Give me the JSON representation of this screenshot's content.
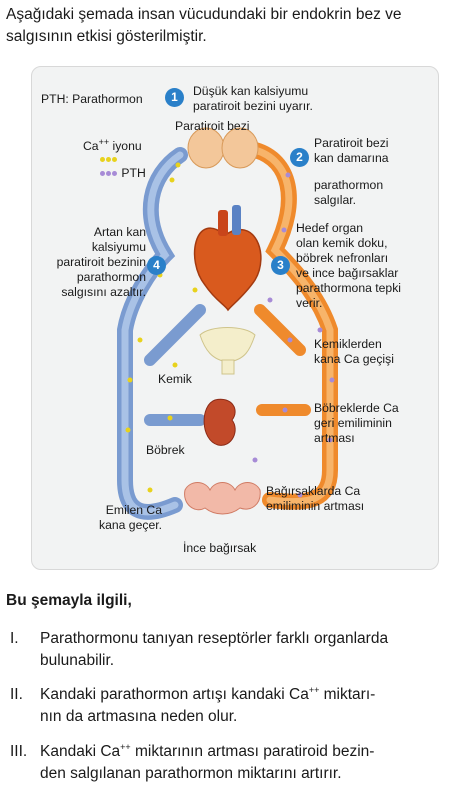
{
  "intro_text": "Aşağıdaki şemada insan vücudundaki bir endokrin bez ve salgısının etkisi gösterilmiştir.",
  "diagram": {
    "pth_legend": "PTH: Parathormon",
    "ca_legend_label": "Ca",
    "ca_legend_sup": "++",
    "ca_legend_suffix": " iyonu",
    "pth_dot_label": "PTH",
    "gland_label": "Paratiroit bezi",
    "kemik_label": "Kemik",
    "bobrek_label": "Böbrek",
    "ince_bagirsak_label": "İnce bağırsak",
    "steps": [
      {
        "num": "1",
        "text": [
          "Düşük kan kalsiyumu",
          "paratiroit bezini uyarır."
        ]
      },
      {
        "num": "2",
        "text": [
          "Paratiroit bezi",
          "kan damarına",
          "",
          "parathormon",
          "salgılar."
        ]
      },
      {
        "num": "3",
        "text": [
          "Hedef organ",
          "olan kemik doku,",
          "böbrek nefronları",
          "ve ince bağırsaklar",
          "parathormona tepki",
          "verir."
        ]
      },
      {
        "num": "4",
        "text": [
          "Artan kan",
          "kalsiyumu",
          "paratiroit bezinin",
          "parathormon",
          "salgısını azaltır."
        ]
      }
    ],
    "side_labels": {
      "kemik": [
        "Kemiklerden",
        "kana Ca geçişi"
      ],
      "bobrek": [
        "Böbreklerde Ca",
        "geri emiliminin",
        "artması"
      ],
      "bagirsak": [
        "Bağırsaklarda Ca",
        "emiliminin artması"
      ],
      "emilen": [
        "Emilen Ca",
        "kana geçer."
      ]
    },
    "colors": {
      "ca_dot": "#e8d21c",
      "pth_dot": "#a78bd6",
      "artery": "#f08a2a",
      "vein": "#6a8fc8",
      "step_badge": "#2a80c9"
    }
  },
  "question_title": "Bu şemayla ilgili,",
  "statements": [
    {
      "roman": "I.",
      "text": [
        "Parathormonu tanıyan reseptörler farklı organlarda",
        "bulunabilir."
      ]
    },
    {
      "roman": "II.",
      "text_a": "Kandaki parathormon artışı kandaki Ca",
      "sup": "++",
      "text_b": " miktarı-",
      "line2": "nın da artmasına neden olur."
    },
    {
      "roman": "III.",
      "text_a": "Kandaki Ca",
      "sup": "++",
      "text_b": " miktarının artması paratiroid bezin-",
      "line2": "den salgılanan parathormon miktarını artırır."
    }
  ]
}
